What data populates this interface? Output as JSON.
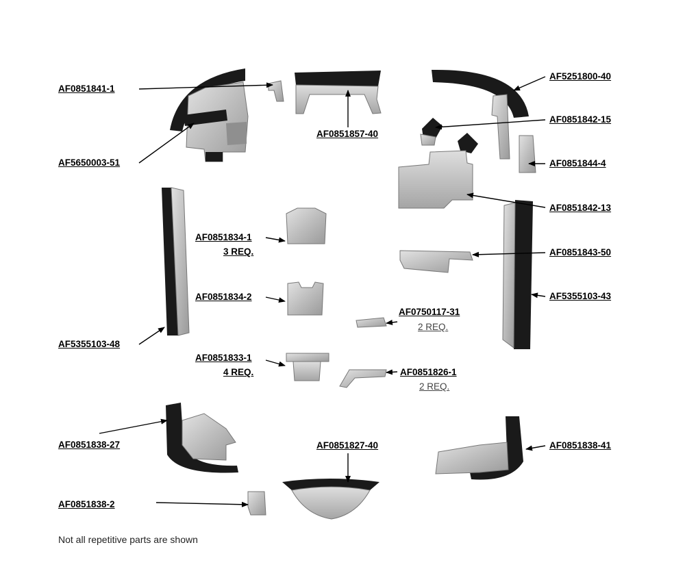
{
  "colors": {
    "metal": "#c9c9c9",
    "metal_dark": "#8f8f8f",
    "rubber": "#1a1a1a",
    "arrow": "#000000",
    "label": "#000000",
    "qty_gray": "#444444"
  },
  "labels": {
    "af0851841_1": "AF0851841-1",
    "af5650003_51": "AF5650003-51",
    "af0851857_40": "AF0851857-40",
    "af5251800_40": "AF5251800-40",
    "af0851842_15": "AF0851842-15",
    "af0851844_4": "AF0851844-4",
    "af0851842_13": "AF0851842-13",
    "af0851834_1": "AF0851834-1",
    "af0851834_1_qty": "3 REQ.",
    "af0851843_50": "AF0851843-50",
    "af0851834_2": "AF0851834-2",
    "af5355103_43": "AF5355103-43",
    "af0750117_31": "AF0750117-31",
    "af0750117_31_qty": "2 REQ.",
    "af5355103_48": "AF5355103-48",
    "af0851833_1": "AF0851833-1",
    "af0851833_1_qty": "4 REQ.",
    "af0851826_1": "AF0851826-1",
    "af0851826_1_qty": "2 REQ.",
    "af0851838_27": "AF0851838-27",
    "af0851827_40": "AF0851827-40",
    "af0851838_41": "AF0851838-41",
    "af0851838_2": "AF0851838-2"
  },
  "note": "Not all repetitive parts are shown"
}
